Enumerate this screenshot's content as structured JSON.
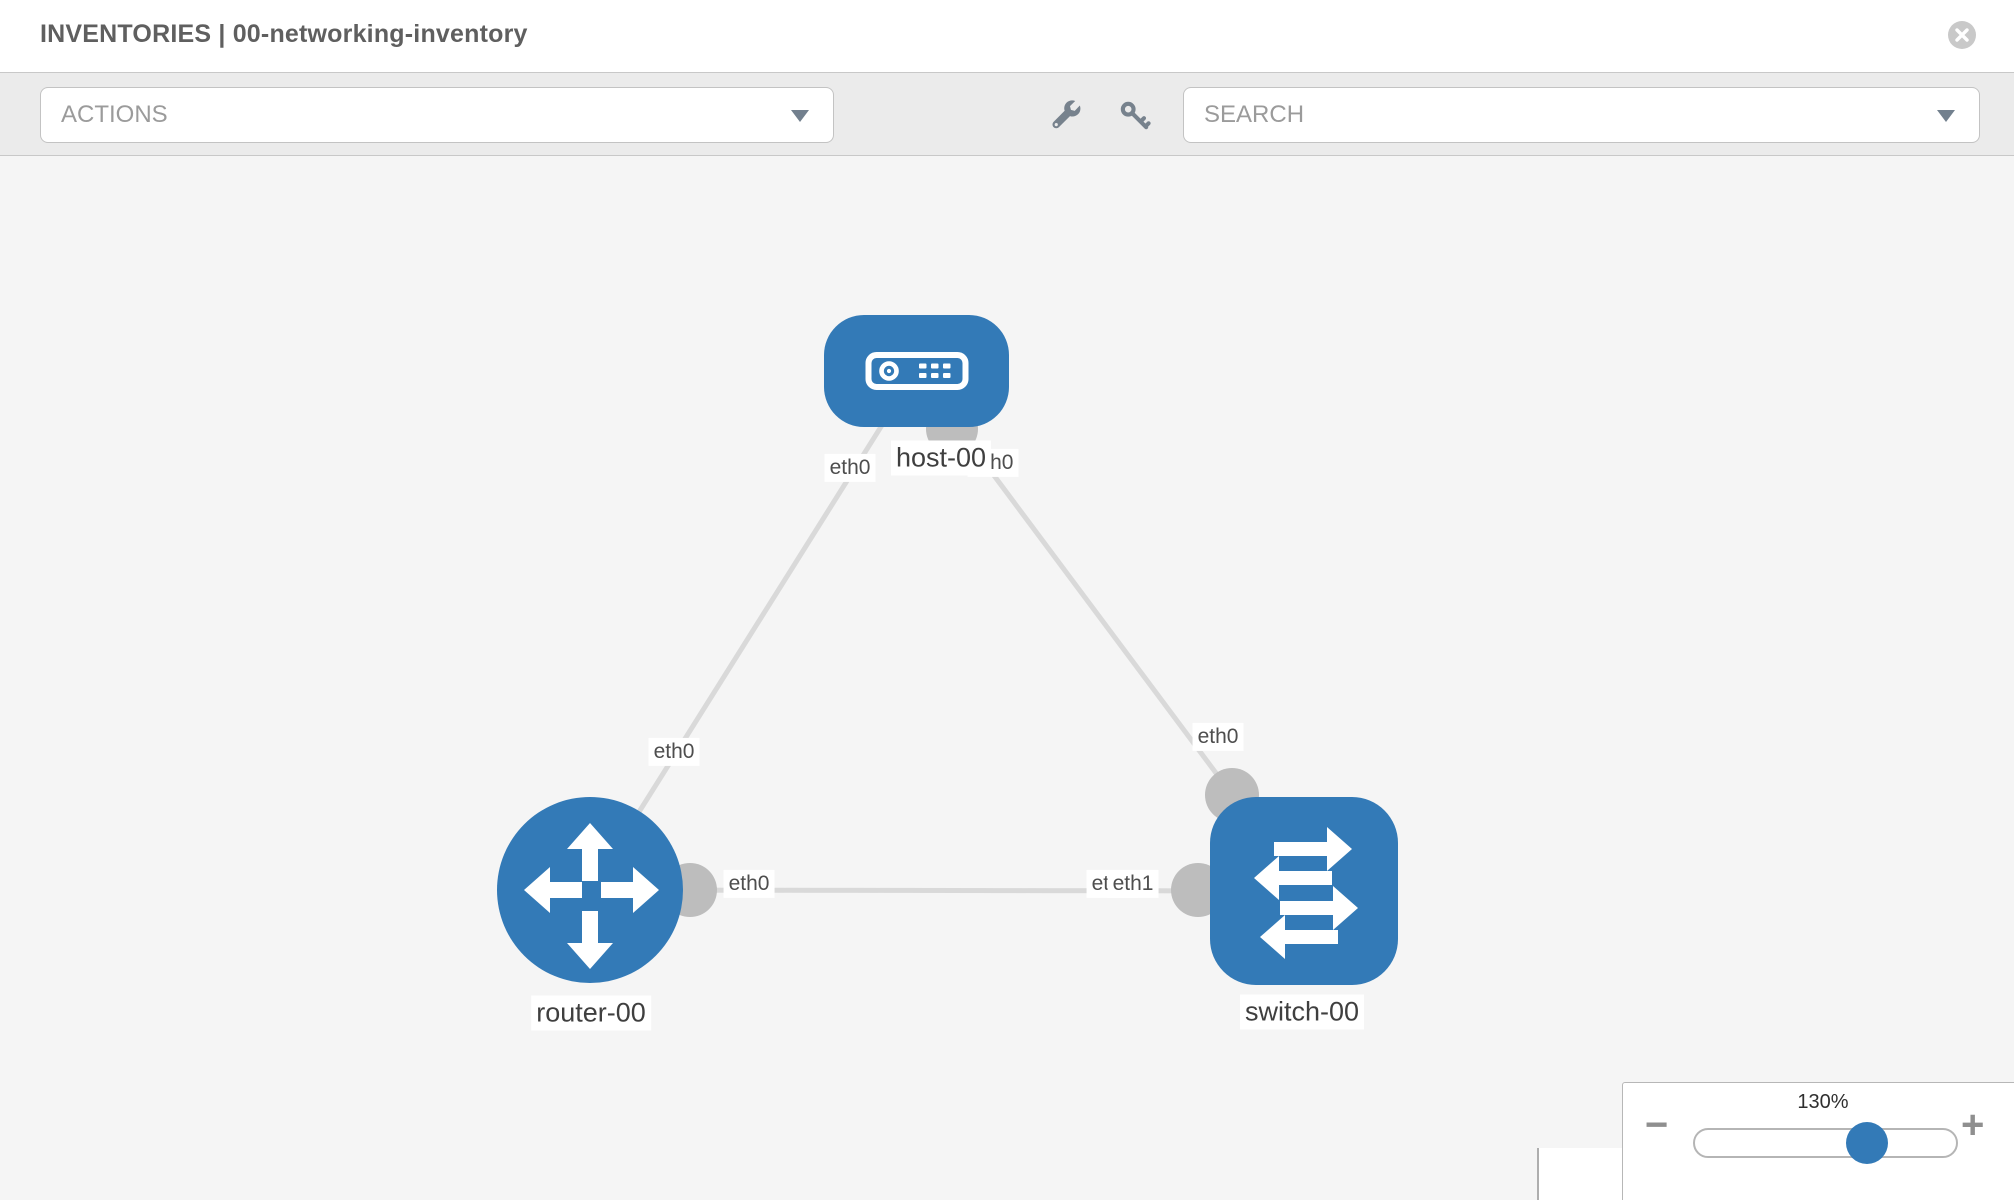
{
  "header": {
    "title": "INVENTORIES | 00-networking-inventory"
  },
  "toolbar": {
    "actions_dropdown": {
      "label": "ACTIONS"
    },
    "search_dropdown": {
      "label": "SEARCH"
    },
    "icons": [
      "wrench-icon",
      "key-icon"
    ]
  },
  "colors": {
    "node_blue": "#337ab7",
    "link_gray": "#d9d9d9",
    "connector_gray": "#bdbdbd",
    "canvas_bg": "#f5f5f5",
    "toolbar_bg": "#ebebeb"
  },
  "topology": {
    "nodes": [
      {
        "id": "host-00",
        "label": "host-00",
        "type": "host",
        "icon": "server-icon"
      },
      {
        "id": "router-00",
        "label": "router-00",
        "type": "router",
        "icon": "router-arrows-icon"
      },
      {
        "id": "switch-00",
        "label": "switch-00",
        "type": "switch",
        "icon": "switch-arrows-icon"
      }
    ],
    "links": [
      {
        "source": "host-00",
        "target": "router-00",
        "source_interface": "eth0",
        "target_interface": "eth0"
      },
      {
        "source": "host-00",
        "target": "switch-00",
        "source_interface": "eth0",
        "target_interface": "eth0"
      },
      {
        "source": "router-00",
        "target": "switch-00",
        "source_interface": "eth0",
        "target_interface": "eth1"
      }
    ],
    "interface_labels": [
      {
        "text": "eth0",
        "position": "host-left"
      },
      {
        "text": "eth0",
        "position": "host-right"
      },
      {
        "text": "eth0",
        "position": "router-top"
      },
      {
        "text": "eth0",
        "position": "router-right"
      },
      {
        "text": "eth0",
        "position": "switch-top"
      },
      {
        "text": "eth0",
        "position": "switch-left-under"
      },
      {
        "text": "eth1",
        "position": "switch-left-over"
      }
    ]
  },
  "zoom_control": {
    "level": "130%",
    "percent": 130,
    "decrease_label": "−",
    "increase_label": "+"
  }
}
